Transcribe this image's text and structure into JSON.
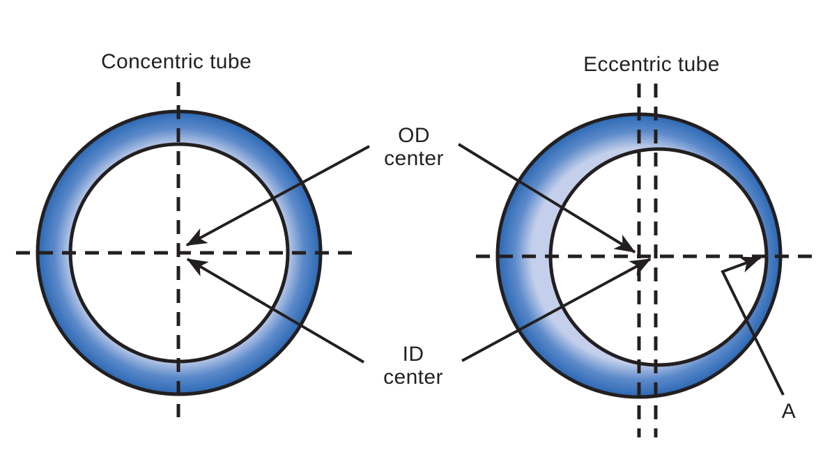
{
  "titles": {
    "left": "Concentric tube",
    "right": "Eccentric tube"
  },
  "labels": {
    "od_center_line1": "OD",
    "od_center_line2": "center",
    "id_center_line1": "ID",
    "id_center_line2": "center",
    "a": "A"
  },
  "colors": {
    "line": "#231f20",
    "ring_dark": "#2b68b4",
    "ring_mid": "#5c8aca",
    "ring_light": "#c3cfeb",
    "background": "#ffffff"
  }
}
